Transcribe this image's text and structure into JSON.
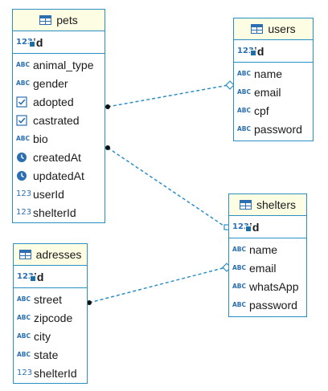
{
  "tables": {
    "pets": {
      "name": "pets",
      "pk": "id",
      "columns": [
        {
          "name": "animal_type",
          "type": "text"
        },
        {
          "name": "gender",
          "type": "text"
        },
        {
          "name": "adopted",
          "type": "bool"
        },
        {
          "name": "castrated",
          "type": "bool"
        },
        {
          "name": "bio",
          "type": "text"
        },
        {
          "name": "createdAt",
          "type": "time"
        },
        {
          "name": "updatedAt",
          "type": "time"
        },
        {
          "name": "userId",
          "type": "num"
        },
        {
          "name": "shelterId",
          "type": "num"
        }
      ]
    },
    "users": {
      "name": "users",
      "pk": "id",
      "columns": [
        {
          "name": "name",
          "type": "text"
        },
        {
          "name": "email",
          "type": "text"
        },
        {
          "name": "cpf",
          "type": "text"
        },
        {
          "name": "password",
          "type": "text"
        }
      ]
    },
    "shelters": {
      "name": "shelters",
      "pk": "id",
      "columns": [
        {
          "name": "name",
          "type": "text"
        },
        {
          "name": "email",
          "type": "text"
        },
        {
          "name": "whatsApp",
          "type": "text"
        },
        {
          "name": "password",
          "type": "text"
        }
      ]
    },
    "adresses": {
      "name": "adresses",
      "pk": "id",
      "columns": [
        {
          "name": "street",
          "type": "text"
        },
        {
          "name": "zipcode",
          "type": "text"
        },
        {
          "name": "city",
          "type": "text"
        },
        {
          "name": "state",
          "type": "text"
        },
        {
          "name": "shelterId",
          "type": "num"
        }
      ]
    }
  },
  "icons": {
    "text": "ABC",
    "num": "123"
  },
  "colors": {
    "border": "#2b8fc4",
    "header_bg": "#fdfde3",
    "link": "#2b8fc4"
  }
}
